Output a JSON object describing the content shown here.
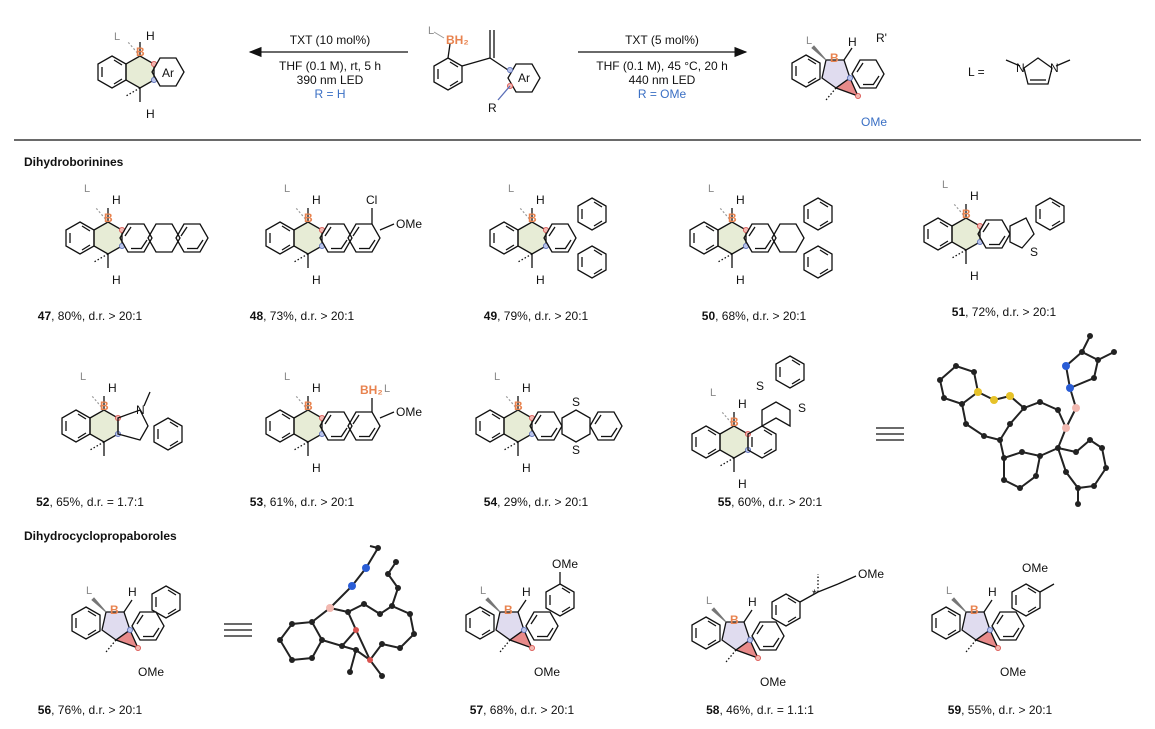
{
  "scheme": {
    "left_conditions": {
      "catalyst": "TXT (10 mol%)",
      "solvent": "THF (0.1 M), rt, 5 h",
      "light": "390 nm LED",
      "r_group": "R = H"
    },
    "right_conditions": {
      "catalyst": "TXT (5 mol%)",
      "solvent": "THF (0.1 M), 45 °C, 20 h",
      "light": "440 nm LED",
      "r_group": "R = OMe"
    },
    "ligand_label": "L =",
    "atoms": {
      "B": "B",
      "H": "H",
      "L": "L",
      "Ar": "Ar",
      "R": "R",
      "Rp": "R'",
      "BH2": "BH₂",
      "Cl": "Cl",
      "OMe": "OMe",
      "S": "S",
      "N": "N",
      "star": "*"
    }
  },
  "sections": {
    "dihydroborinines": "Dihydroborinines",
    "dihydrocyclopropaboroles": "Dihydrocyclopropaboroles"
  },
  "compounds": [
    {
      "id": "47",
      "detail": ", 80%, d.r. > 20:1"
    },
    {
      "id": "48",
      "detail": ", 73%, d.r. > 20:1"
    },
    {
      "id": "49",
      "detail": ", 79%, d.r. > 20:1"
    },
    {
      "id": "50",
      "detail": ", 68%, d.r. > 20:1"
    },
    {
      "id": "51",
      "detail": ", 72%, d.r. > 20:1"
    },
    {
      "id": "52",
      "detail": ", 65%, d.r. = 1.7:1"
    },
    {
      "id": "53",
      "detail": ", 61%, d.r. > 20:1"
    },
    {
      "id": "54",
      "detail": ", 29%, d.r. > 20:1"
    },
    {
      "id": "55",
      "detail": ", 60%, d.r. > 20:1"
    },
    {
      "id": "56",
      "detail": ", 76%, d.r. > 20:1"
    },
    {
      "id": "57",
      "detail": ", 68%, d.r. > 20:1"
    },
    {
      "id": "58",
      "detail": ", 46%, d.r. = 1.1:1"
    },
    {
      "id": "59",
      "detail": ", 55%, d.r. > 20:1"
    }
  ],
  "colors": {
    "boron": "#e8834f",
    "ring_fill": "#e7ecd6",
    "dot_red": "#d9534f",
    "dot_blue": "#5b6fb8",
    "cyclo_fill": "#e8d7e9",
    "tri_fill": "#e88a8a",
    "blue_text": "#3a6fc4",
    "nitrogen": "#2a5dd6",
    "sulfur": "#e6c229",
    "boron_ball": "#f2b8b0"
  }
}
